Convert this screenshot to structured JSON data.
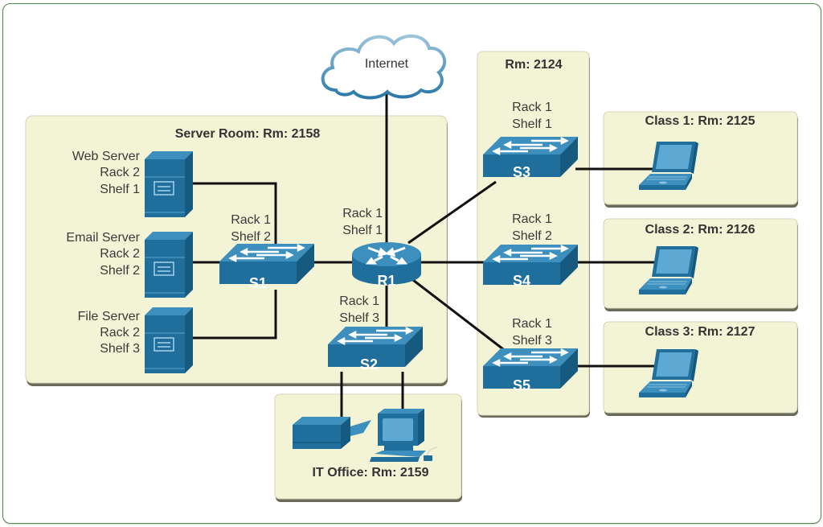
{
  "colors": {
    "device_blue": "#1f6e9c",
    "device_blue_dark": "#175a80",
    "device_blue_light": "#3d8fbd",
    "room_fill": "#f3f3d6",
    "link": "#111111",
    "frame_border": "#4a8a4a"
  },
  "cloud": {
    "label": "Internet"
  },
  "rooms": {
    "server_room": {
      "title": "Server Room: Rm: 2158"
    },
    "rm_2124": {
      "title": "Rm: 2124"
    },
    "class1": {
      "title": "Class 1: Rm: 2125"
    },
    "class2": {
      "title": "Class 2: Rm: 2126"
    },
    "class3": {
      "title": "Class 3: Rm: 2127"
    },
    "it_office": {
      "title": "IT Office: Rm: 2159"
    }
  },
  "servers": [
    {
      "name": "Web Server",
      "rack": "Rack 2",
      "shelf": "Shelf 1"
    },
    {
      "name": "Email Server",
      "rack": "Rack 2",
      "shelf": "Shelf 2"
    },
    {
      "name": "File Server",
      "rack": "Rack 2",
      "shelf": "Shelf 3"
    }
  ],
  "router": {
    "name": "R1",
    "rack": "Rack 1",
    "shelf": "Shelf 1"
  },
  "switches": {
    "s1": {
      "name": "S1",
      "rack": "Rack 1",
      "shelf": "Shelf 2"
    },
    "s2": {
      "name": "S2",
      "rack": "Rack 1",
      "shelf": "Shelf 3"
    },
    "s3": {
      "name": "S3",
      "rack": "Rack 1",
      "shelf": "Shelf 1"
    },
    "s4": {
      "name": "S4",
      "rack": "Rack 1",
      "shelf": "Shelf 2"
    },
    "s5": {
      "name": "S5",
      "rack": "Rack 1",
      "shelf": "Shelf 3"
    }
  },
  "endpoints": {
    "laptops": [
      "Class 1 laptop",
      "Class 2 laptop",
      "Class 3 laptop"
    ],
    "printer": "IT Office printer",
    "pc": "IT Office PC"
  }
}
